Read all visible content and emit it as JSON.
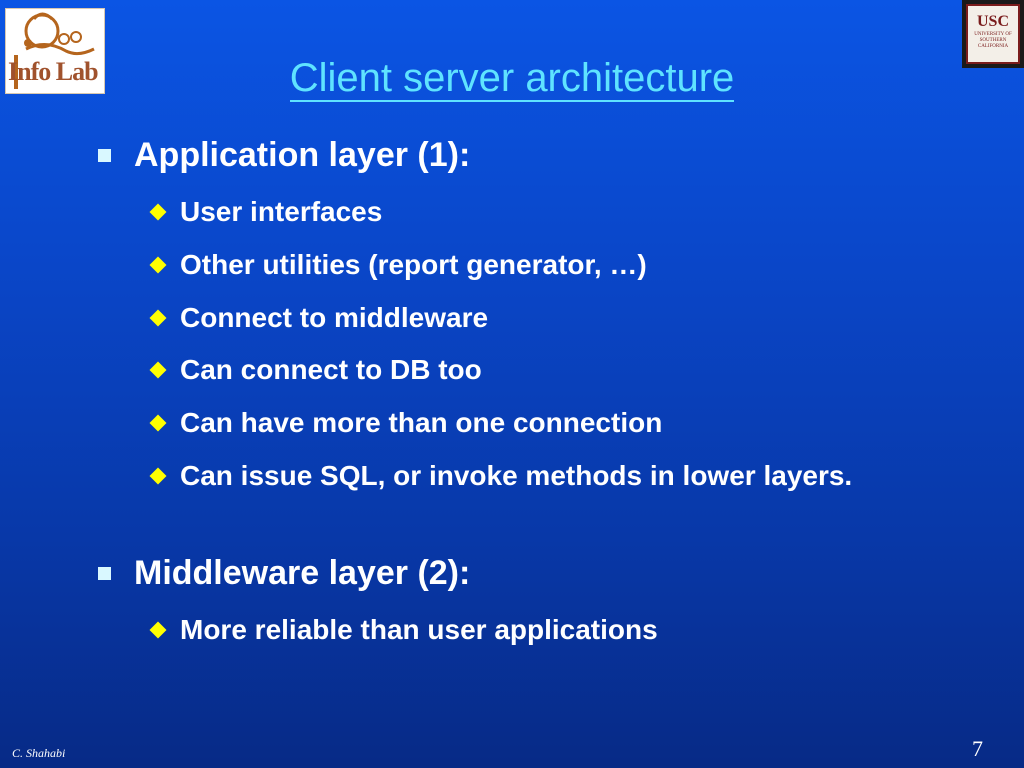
{
  "slide": {
    "title": "Client server architecture",
    "logos": {
      "left_text": "Info Lab",
      "right_big": "USC",
      "right_small": "UNIVERSITY OF SOUTHERN CALIFORNIA"
    },
    "bullets": [
      {
        "label": "Application layer (1):",
        "subitems": [
          "User interfaces",
          "Other utilities (report generator, …)",
          "Connect to middleware",
          "Can connect to DB too",
          "Can have more than one connection",
          "Can issue SQL, or invoke methods in lower layers."
        ]
      },
      {
        "label": "Middleware layer (2):",
        "subitems": [
          "More reliable than user applications"
        ]
      }
    ],
    "footer": {
      "author": "C. Shahabi",
      "page": "7"
    }
  },
  "colors": {
    "background_top": "#0b55e4",
    "background_bottom": "#072a86",
    "title": "#5fe3ff",
    "bullet_square": "#d9f8ff",
    "bullet_diamond": "#ffff00",
    "text": "#ffffff"
  }
}
